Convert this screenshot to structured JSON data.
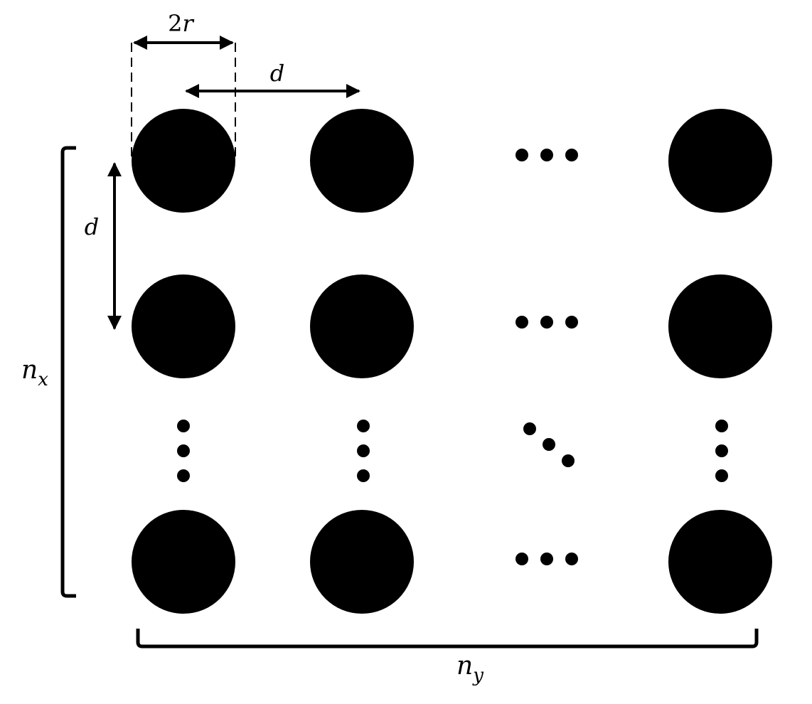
{
  "diagram": {
    "labels": {
      "diameter_coeff": "2",
      "diameter_var": "r",
      "spacing_horizontal": "d",
      "spacing_vertical": "d",
      "rows_base": "n",
      "rows_sub": "x",
      "cols_base": "n",
      "cols_sub": "y"
    },
    "grid": {
      "visible_rows": 3,
      "visible_cols": 3,
      "ellipsis": "…"
    },
    "colors": {
      "ink": "#000000",
      "background": "#ffffff"
    }
  }
}
